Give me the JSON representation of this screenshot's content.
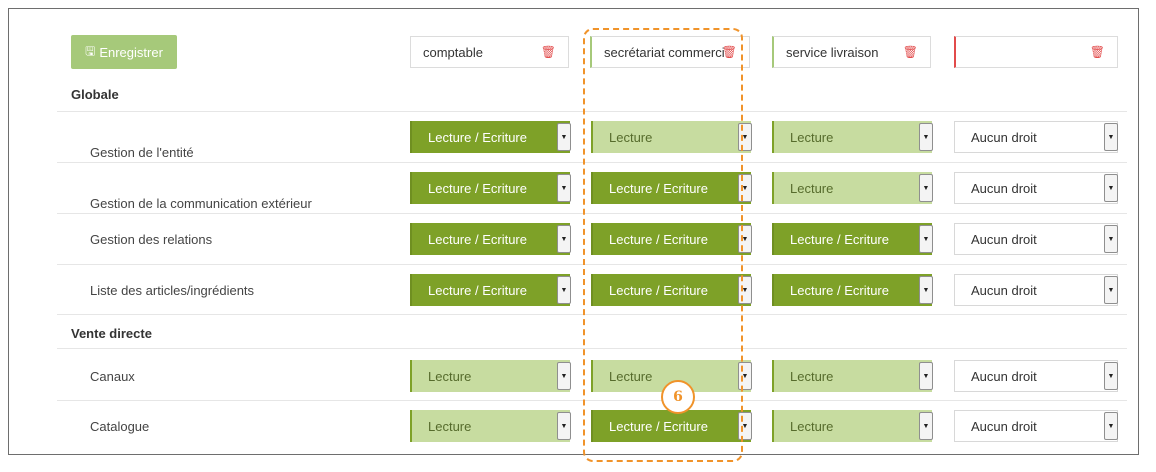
{
  "toolbar": {
    "save_label": "Enregistrer",
    "save_icon": "floppy-disk-icon"
  },
  "roles": [
    {
      "name": "comptable",
      "accent": "none"
    },
    {
      "name": "secrétariat commercial",
      "accent": "#a6c97a"
    },
    {
      "name": "service livraison",
      "accent": "#a6c97a"
    },
    {
      "name": "",
      "accent": "#e24b4b"
    }
  ],
  "sections": [
    {
      "label": "Globale"
    },
    {
      "label": "Vente directe"
    }
  ],
  "rows": [
    {
      "label": "Gestion de l'entité",
      "values": [
        "Lecture / Ecriture",
        "Lecture",
        "Lecture",
        "Aucun droit"
      ]
    },
    {
      "label": "Gestion de la communication extérieur",
      "values": [
        "Lecture / Ecriture",
        "Lecture / Ecriture",
        "Lecture",
        "Aucun droit"
      ]
    },
    {
      "label": "Gestion des relations",
      "values": [
        "Lecture / Ecriture",
        "Lecture / Ecriture",
        "Lecture / Ecriture",
        "Aucun droit"
      ]
    },
    {
      "label": "Liste des articles/ingrédients",
      "values": [
        "Lecture / Ecriture",
        "Lecture / Ecriture",
        "Lecture / Ecriture",
        "Aucun droit"
      ]
    },
    {
      "label": "Canaux",
      "values": [
        "Lecture",
        "Lecture",
        "Lecture",
        "Aucun droit"
      ]
    },
    {
      "label": "Catalogue",
      "values": [
        "Lecture",
        "Lecture / Ecriture",
        "Lecture",
        "Aucun droit"
      ]
    }
  ],
  "annotation": {
    "number": "6"
  },
  "colors": {
    "full_access": "#7ea128",
    "read_only": "#c7dca0",
    "no_access": "#ffffff",
    "highlight": "#f0932a",
    "delete": "#e24b4b"
  }
}
